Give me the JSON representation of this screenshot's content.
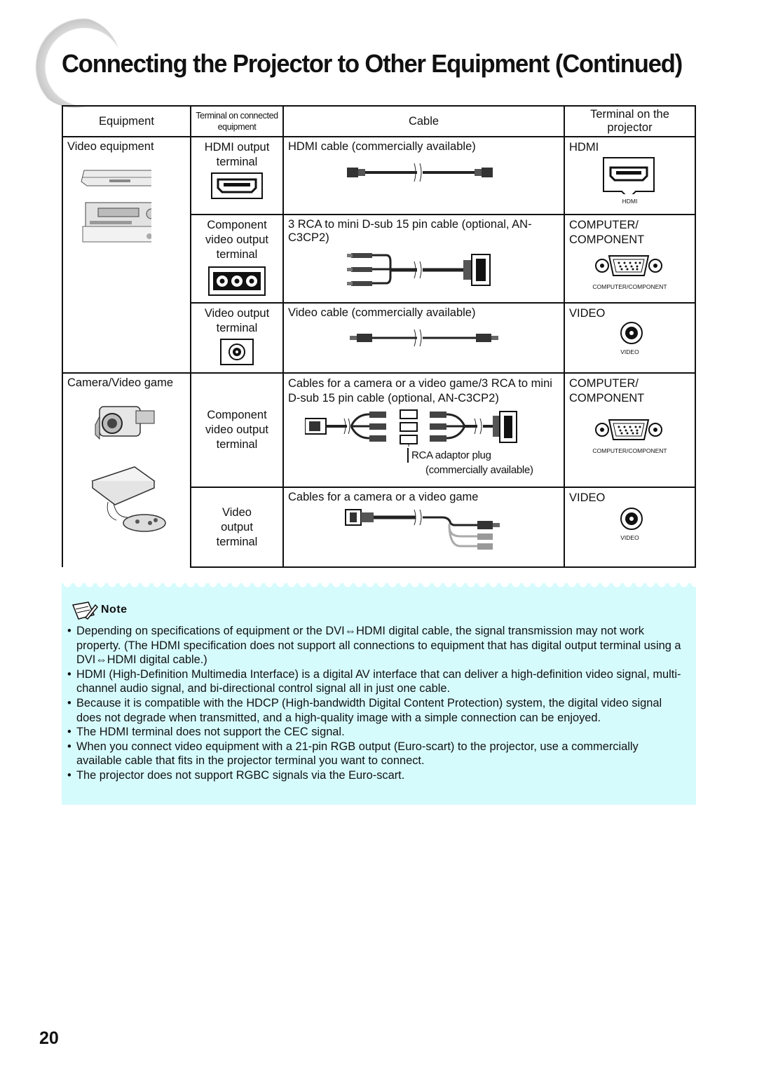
{
  "page": {
    "title": "Connecting the Projector to Other Equipment (Continued)",
    "page_number": "20"
  },
  "table": {
    "headers": {
      "equipment": "Equipment",
      "terminal": "Terminal on connected equipment",
      "cable": "Cable",
      "projector_terminal": "Terminal on the projector"
    },
    "groups": {
      "video_equipment": "Video equipment",
      "camera_video_game": "Camera/Video game"
    },
    "rows": [
      {
        "terminal": "HDMI output terminal",
        "cable": "HDMI cable (commercially available)",
        "projector": "HDMI",
        "port_caption": "HDMI"
      },
      {
        "terminal": "Component video output terminal",
        "cable": "3 RCA to mini D-sub 15 pin cable (optional, AN-C3CP2)",
        "projector": "COMPUTER/ COMPONENT",
        "port_caption": "COMPUTER/COMPONENT"
      },
      {
        "terminal": "Video output terminal",
        "cable": "Video cable (commercially available)",
        "projector": "VIDEO",
        "port_caption": "VIDEO"
      },
      {
        "terminal": "Component video output terminal",
        "cable": "Cables for a camera or a video game/3 RCA to mini D-sub 15 pin cable (optional, AN-C3CP2)",
        "projector": "COMPUTER/ COMPONENT",
        "port_caption": "COMPUTER/COMPONENT",
        "adaptor_label": "RCA adaptor plug",
        "adaptor_note": "(commercially available)"
      },
      {
        "terminal": "Video output terminal",
        "cable": "Cables for a camera or a video game",
        "projector": "VIDEO",
        "port_caption": "VIDEO"
      }
    ]
  },
  "note": {
    "title": "Note",
    "items": [
      "Depending on specifications of equipment or the DVI⇔HDMI digital cable, the signal transmission may not work property. (The HDMI specification does not support all connections to equipment that has digital output terminal using a DVI⇔HDMI digital cable.)",
      "HDMI (High-Definition Multimedia Interface) is a digital AV interface that can deliver a high-definition video signal, multi-channel audio signal, and bi-directional control signal all in just one cable.",
      "Because it is compatible with the HDCP (High-bandwidth Digital Content Protection) system, the digital video signal does not degrade when transmitted, and a high-quality image with a simple connection can be enjoyed.",
      "The HDMI terminal does not support the CEC signal.",
      "When you connect video equipment with a 21-pin RGB output (Euro-scart) to the projector, use a commercially available cable that fits in the projector terminal you want to connect.",
      "The projector does not support RGBC signals via the Euro-scart."
    ]
  }
}
